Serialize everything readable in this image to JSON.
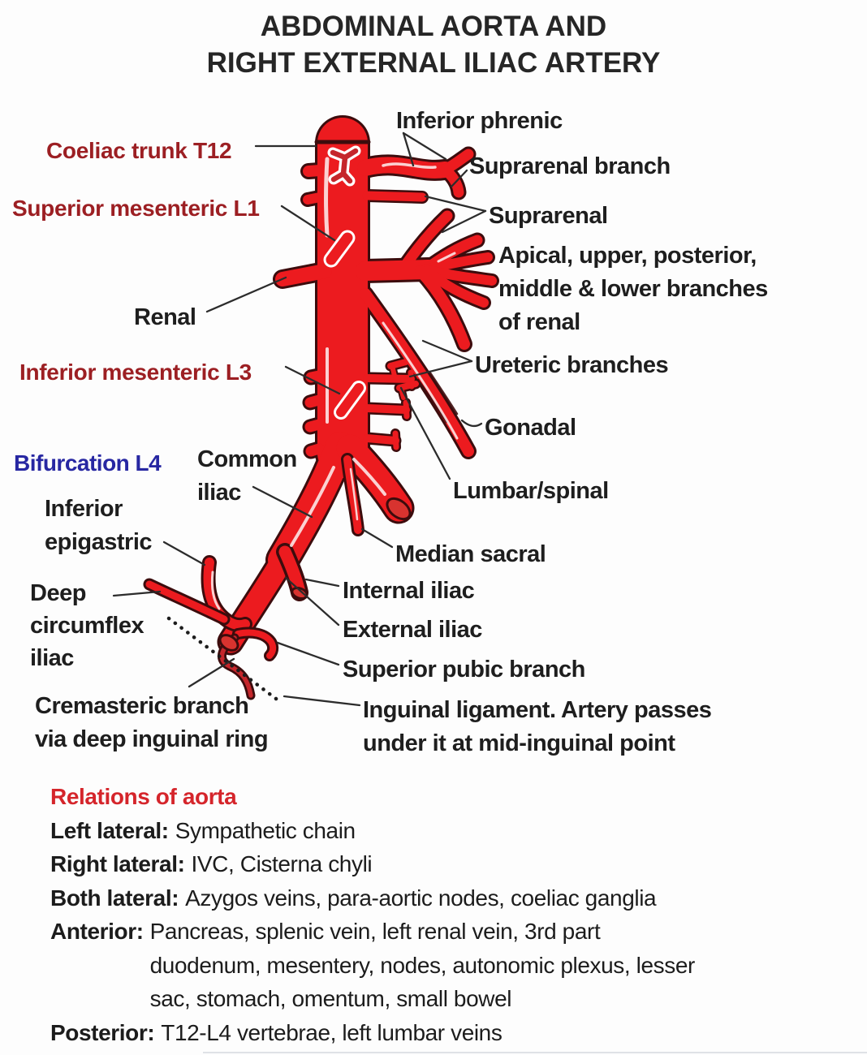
{
  "title": "ABDOMINAL AORTA AND\nRIGHT EXTERNAL ILIAC ARTERY",
  "labels": {
    "coeliac_trunk": "Coeliac trunk T12",
    "inferior_phrenic": "Inferior phrenic",
    "suprarenal_branch": "Suprarenal branch",
    "superior_mesenteric": "Superior mesenteric L1",
    "suprarenal": "Suprarenal",
    "renal_branches": "Apical, upper, posterior,\nmiddle & lower branches\nof renal",
    "renal": "Renal",
    "ureteric_branches": "Ureteric branches",
    "inferior_mesenteric": "Inferior mesenteric L3",
    "gonadal": "Gonadal",
    "bifurcation": "Bifurcation L4",
    "common_iliac": "Common\niliac",
    "lumbar_spinal": "Lumbar/spinal",
    "inferior_epigastric": "Inferior\nepigastric",
    "median_sacral": "Median sacral",
    "deep_circumflex_iliac": "Deep\ncircumflex\niliac",
    "internal_iliac": "Internal iliac",
    "external_iliac": "External iliac",
    "superior_pubic_branch": "Superior pubic branch",
    "cremasteric": "Cremasteric branch\nvia deep inguinal ring",
    "inguinal_ligament": "Inguinal ligament. Artery passes\nunder it at mid-inguinal point"
  },
  "relations": {
    "heading": "Relations of aorta",
    "entries": [
      {
        "label": "Left lateral:",
        "text": "Sympathetic chain"
      },
      {
        "label": "Right lateral:",
        "text": "IVC, Cisterna chyli"
      },
      {
        "label": "Both lateral:",
        "text": "Azygos veins, para-aortic nodes, coeliac ganglia"
      },
      {
        "label": "Anterior:",
        "text": "Pancreas, splenic vein, left renal vein, 3rd part\nduodenum, mesentery, nodes, autonomic plexus, lesser\nsac, stomach, omentum, small bowel"
      },
      {
        "label": "Posterior:",
        "text": "T12-L4 vertebrae, left lumbar veins"
      }
    ]
  },
  "colors": {
    "artery_red": "#ec1b1f",
    "artery_outline": "#3c0c0d",
    "cremasteric_red": "#c5262b",
    "label_dark_red": "#9c1f23",
    "label_blue": "#2727a2",
    "heading_red": "#d5252b",
    "text_black": "#1e1e1e"
  }
}
